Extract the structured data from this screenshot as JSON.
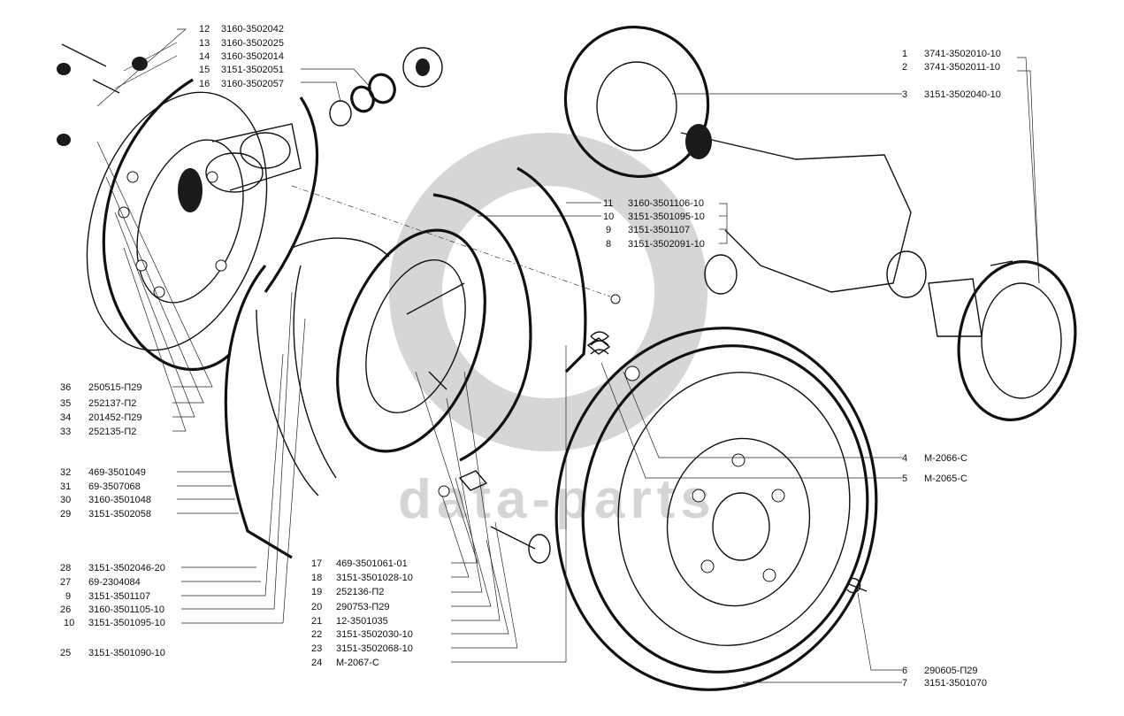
{
  "watermark": {
    "text": "data-parts"
  },
  "callouts": [
    {
      "num": "1",
      "code": "3741-3502010-10"
    },
    {
      "num": "2",
      "code": "3741-3502011-10"
    },
    {
      "num": "3",
      "code": "3151-3502040-10"
    },
    {
      "num": "4",
      "code": "М-2066-С"
    },
    {
      "num": "5",
      "code": "М-2065-С"
    },
    {
      "num": "6",
      "code": "290605-П29"
    },
    {
      "num": "7",
      "code": "3151-3501070"
    },
    {
      "num": "8",
      "code": "3151-3502091-10"
    },
    {
      "num": "9",
      "code": "3151-3501107"
    },
    {
      "num": "10",
      "code": "3151-3501095-10"
    },
    {
      "num": "11",
      "code": "3160-3501106-10"
    },
    {
      "num": "12",
      "code": "3160-3502042"
    },
    {
      "num": "13",
      "code": "3160-3502025"
    },
    {
      "num": "14",
      "code": "3160-3502014"
    },
    {
      "num": "15",
      "code": "3151-3502051"
    },
    {
      "num": "16",
      "code": "3160-3502057"
    },
    {
      "num": "17",
      "code": "469-3501061-01"
    },
    {
      "num": "18",
      "code": "3151-3501028-10"
    },
    {
      "num": "19",
      "code": "252136-П2"
    },
    {
      "num": "20",
      "code": "290753-П29"
    },
    {
      "num": "21",
      "code": "12-3501035"
    },
    {
      "num": "22",
      "code": "3151-3502030-10"
    },
    {
      "num": "23",
      "code": "3151-3502068-10"
    },
    {
      "num": "24",
      "code": "М-2067-С"
    },
    {
      "num": "25",
      "code": "3151-3501090-10"
    },
    {
      "num": "26",
      "code": "3160-3501105-10"
    },
    {
      "num": "27",
      "code": "69-2304084"
    },
    {
      "num": "28",
      "code": "3151-3502046-20"
    },
    {
      "num": "29",
      "code": "3151-3502058"
    },
    {
      "num": "30",
      "code": "3160-3501048"
    },
    {
      "num": "31",
      "code": "69-3507068"
    },
    {
      "num": "32",
      "code": "469-3501049"
    },
    {
      "num": "33",
      "code": "252135-П2"
    },
    {
      "num": "34",
      "code": "201452-П29"
    },
    {
      "num": "35",
      "code": "252137-П2"
    },
    {
      "num": "36",
      "code": "250515-П29"
    },
    {
      "num": "9",
      "code": "3151-3501107"
    },
    {
      "num": "10",
      "code": "3151-3501095-10"
    }
  ]
}
